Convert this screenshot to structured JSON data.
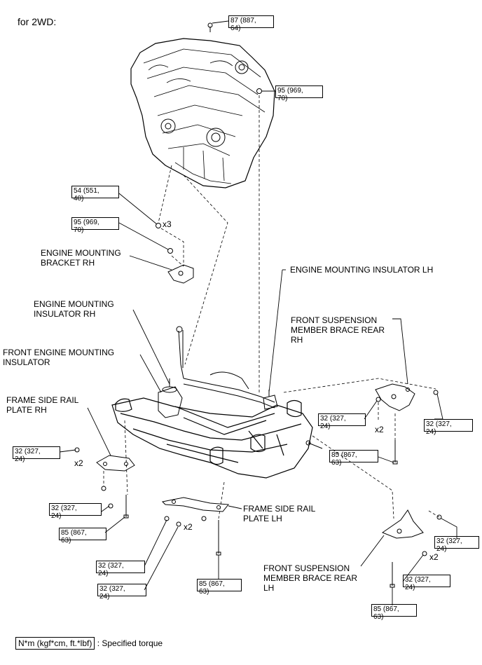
{
  "title": "for 2WD:",
  "labels": {
    "engine_mounting_bracket_rh": [
      "ENGINE MOUNTING",
      "BRACKET RH"
    ],
    "engine_mounting_insulator_lh": "ENGINE MOUNTING INSULATOR LH",
    "engine_mounting_insulator_rh": [
      "ENGINE MOUNTING",
      "INSULATOR RH"
    ],
    "front_suspension_member_brace_rear_rh": [
      "FRONT SUSPENSION",
      "MEMBER BRACE REAR",
      "RH"
    ],
    "front_engine_mounting_insulator": [
      "FRONT ENGINE MOUNTING",
      "INSULATOR"
    ],
    "frame_side_rail_plate_rh": [
      "FRAME SIDE RAIL",
      "PLATE RH"
    ],
    "frame_side_rail_plate_lh": [
      "FRAME SIDE RAIL",
      "PLATE LH"
    ],
    "front_suspension_member_brace_rear_lh": [
      "FRONT SUSPENSION",
      "MEMBER BRACE REAR",
      "LH"
    ]
  },
  "torques": {
    "t87_top": [
      "87 (887,",
      "64)"
    ],
    "t95_top": [
      "95 (969,",
      "70)"
    ],
    "t54": [
      "54 (551,",
      "40)"
    ],
    "t95_bracket": [
      "95 (969,",
      "70)"
    ],
    "t32_rh_left": [
      "32 (327,",
      "24)"
    ],
    "t32_rh_lower": [
      "32 (327,",
      "24)"
    ],
    "t85_rh": [
      "85 (867,",
      "63)"
    ],
    "t32_plate_lh_a": [
      "32 (327,",
      "24)"
    ],
    "t32_plate_lh_b": [
      "32 (327,",
      "24)"
    ],
    "t85_plate_lh": [
      "85 (867,",
      "63)"
    ],
    "t32_center": [
      "32 (327,",
      "24)"
    ],
    "t85_center": [
      "85 (867,",
      "63)"
    ],
    "t32_brace_rh": [
      "32 (327,",
      "24)"
    ],
    "t32_brace_lh_a": [
      "32 (327,",
      "24)"
    ],
    "t32_brace_lh_b": [
      "32 (327,",
      "24)"
    ],
    "t85_brace_lh": [
      "85 (867,",
      "63)"
    ]
  },
  "quantities": {
    "bracket_bolts": "x3",
    "rh_plate_bolts": "x2",
    "lh_plate_bolts": "x2",
    "brace_rh_bolts": "x2",
    "brace_lh_bolts": "x2"
  },
  "legend": {
    "key": "N*m (kgf*cm, ft.*lbf)",
    "text": ": Specified torque"
  }
}
